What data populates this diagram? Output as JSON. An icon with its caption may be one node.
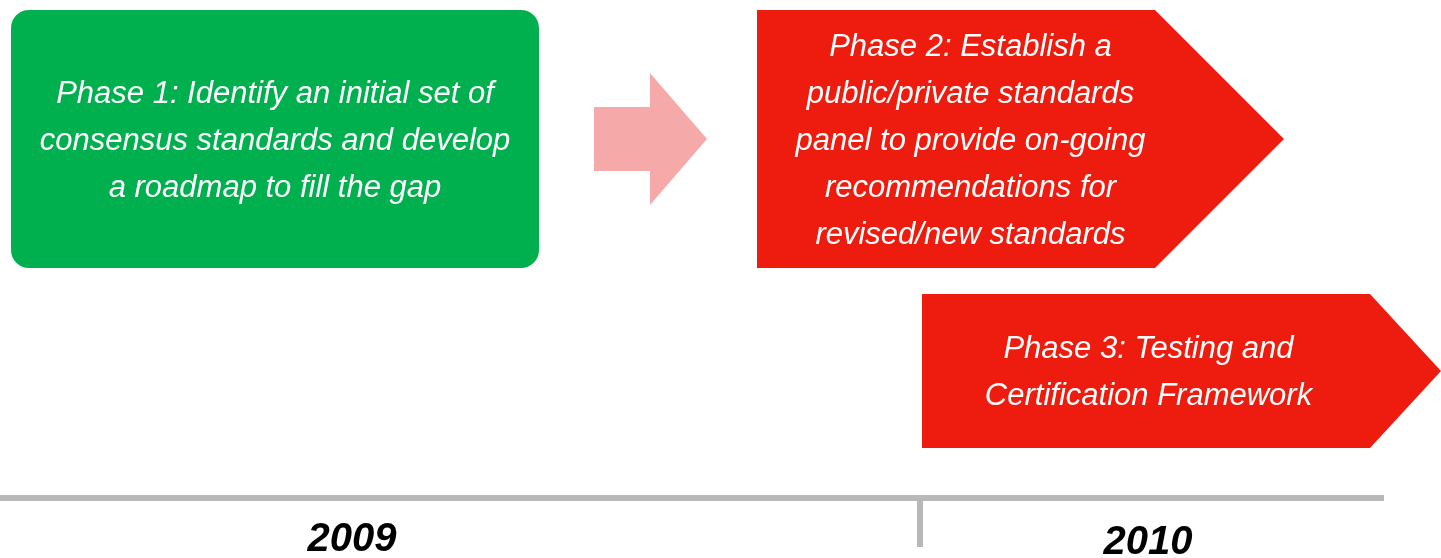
{
  "diagram": {
    "nodes": [
      {
        "text": [
          "Phase 1: Identify an initial set of consensus standards and develop a roadmap to fill the gap"
        ]
      },
      {
        "text": [
          "Phase 2: Establish a public/private standards panel to provide on-going recommendations for revised/new standards"
        ]
      },
      {
        "text": [
          "Phase 3: Testing and Certification Framework"
        ]
      }
    ],
    "edges": [
      {
        "from": 0,
        "to": 1,
        "arrow": "to",
        "style": "thick",
        "color": "#f5aaa9"
      }
    ],
    "labels": [
      "2009",
      "2010"
    ]
  }
}
